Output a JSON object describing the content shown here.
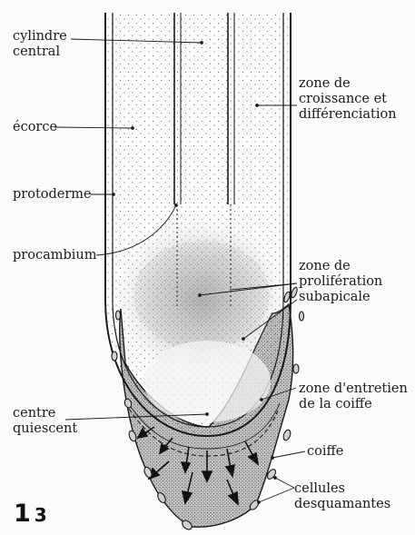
{
  "figure": {
    "number_main": "1",
    "number_sub": "3"
  },
  "labels": {
    "cylindre_central": "cylindre\ncentral",
    "ecorce": "écorce",
    "protoderme": "protoderme",
    "procambium": "procambium",
    "zone_croissance": "zone de\ncroissance et\ndifférenciation",
    "zone_proliferation": "zone de\nprolifération\nsubapicale",
    "zone_entretien": "zone d'entretien\nde la coiffe",
    "centre_quiescent": "centre\nquiescent",
    "coiffe": "coiffe",
    "cellules_desquamantes": "cellules\ndesquamantes"
  },
  "colors": {
    "ink": "#1a1a1a",
    "cap_fill": "#b9b9b9",
    "paper": "#fbfbfb"
  }
}
